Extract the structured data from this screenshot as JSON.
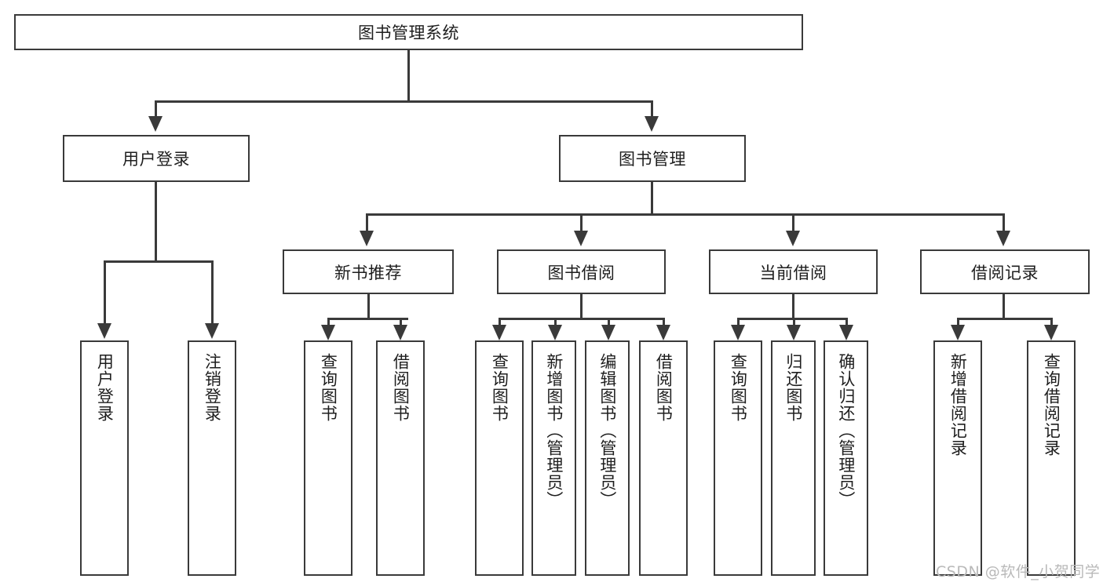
{
  "diagram": {
    "type": "tree-hierarchy",
    "title": "图书管理系统",
    "root": {
      "label": "图书管理系统"
    },
    "level1": [
      {
        "label": "用户登录"
      },
      {
        "label": "图书管理"
      }
    ],
    "level2": [
      {
        "label": "新书推荐"
      },
      {
        "label": "图书借阅"
      },
      {
        "label": "当前借阅"
      },
      {
        "label": "借阅记录"
      }
    ],
    "leaves": {
      "user_login": [
        {
          "label": "用户登录"
        },
        {
          "label": "注销登录"
        }
      ],
      "new_book_recommend": [
        {
          "label": "查询图书"
        },
        {
          "label": "借阅图书"
        }
      ],
      "book_borrow": [
        {
          "label": "查询图书"
        },
        {
          "label": "新增图书（管理员）"
        },
        {
          "label": "编辑图书（管理员）"
        },
        {
          "label": "借阅图书"
        }
      ],
      "current_borrow": [
        {
          "label": "查询图书"
        },
        {
          "label": "归还图书"
        },
        {
          "label": "确认归还（管理员）"
        }
      ],
      "borrow_record": [
        {
          "label": "新增借阅记录"
        },
        {
          "label": "查询借阅记录"
        }
      ]
    }
  },
  "watermark": {
    "text": "CSDN @软件_小贺同学"
  },
  "colors": {
    "stroke": "#3a3a3a",
    "text": "#1e1e1e",
    "background": "#ffffff",
    "watermark": "#b9b9b9"
  }
}
